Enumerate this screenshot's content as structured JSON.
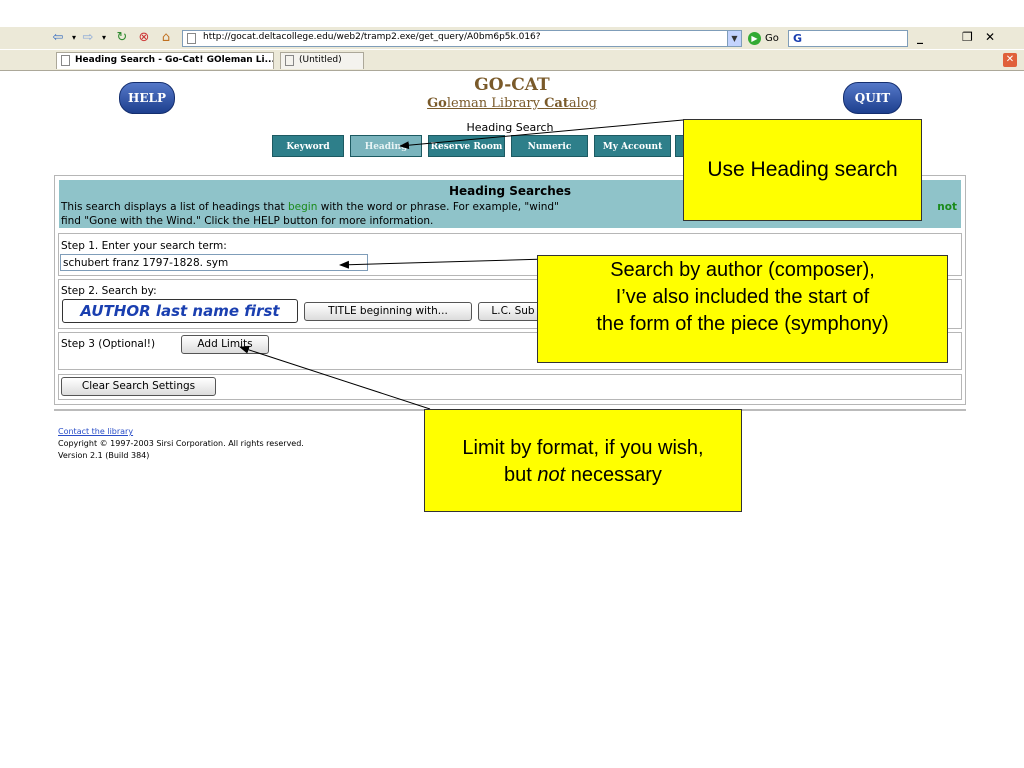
{
  "browser": {
    "url": "http://gocat.deltacollege.edu/web2/tramp2.exe/get_query/A0bm6p5k.016?",
    "go_label": "Go",
    "search_logo": "G",
    "tabs": [
      {
        "label": "Heading Search - Go-Cat! GOleman Li..."
      },
      {
        "label": "(Untitled)"
      }
    ],
    "icons": [
      "back-icon",
      "forward-icon",
      "refresh-icon",
      "stop-icon",
      "home-icon"
    ]
  },
  "header": {
    "help_label": "HELP",
    "quit_label": "QUIT",
    "title": "GO-CAT",
    "subtitle_go": "Go",
    "subtitle_leman": "leman Library ",
    "subtitle_cat": "Cat",
    "subtitle_alog": "alog",
    "search_mode_label": "Heading Search"
  },
  "nav": {
    "items": [
      {
        "label": "Keyword"
      },
      {
        "label": "Heading"
      },
      {
        "label": "Reserve Room"
      },
      {
        "label": "Numeric"
      },
      {
        "label": "My Account"
      }
    ],
    "active": "Heading"
  },
  "info": {
    "title": "Heading Searches",
    "line1_pre": "This search displays a list of headings that ",
    "line1_green": "begin",
    "line1_post": " with the word or phrase. For example, \"wind\"",
    "line1_tail": "not",
    "line2": "find \"Gone with the Wind.\" Click the HELP button for more information."
  },
  "form": {
    "step1_label": "Step 1. Enter your search term:",
    "search_value": "schubert franz 1797-1828. sym",
    "step2_label": "Step 2. Search by:",
    "author_btn": "AUTHOR last name first",
    "title_btn": "TITLE beginning with...",
    "lc_btn": "L.C. Sub",
    "step3_label": "Step 3 (Optional!)",
    "limits_btn": "Add Limits",
    "clear_btn": "Clear Search Settings"
  },
  "footer": {
    "contact": "Contact the library",
    "copyright": "Copyright © 1997-2003 Sirsi Corporation. All rights reserved.",
    "version": "Version 2.1 (Build 384)"
  },
  "callouts": {
    "c1": "Use Heading search",
    "c2_line1": "Search by author (composer),",
    "c2_line2": "I’ve also included the start of",
    "c2_line3": "the form of the piece (symphony)",
    "c3_line1": "Limit by format, if you wish,",
    "c3_line2_pre": "but ",
    "c3_line2_em": "not",
    "c3_line2_post": " necessary"
  },
  "colors": {
    "nav_teal": "#2e7f8a",
    "info_bar": "#8fc3c9",
    "callout_yellow": "#ffff00",
    "title_brown": "#7a5a2a",
    "author_blue": "#1a3fb0"
  }
}
